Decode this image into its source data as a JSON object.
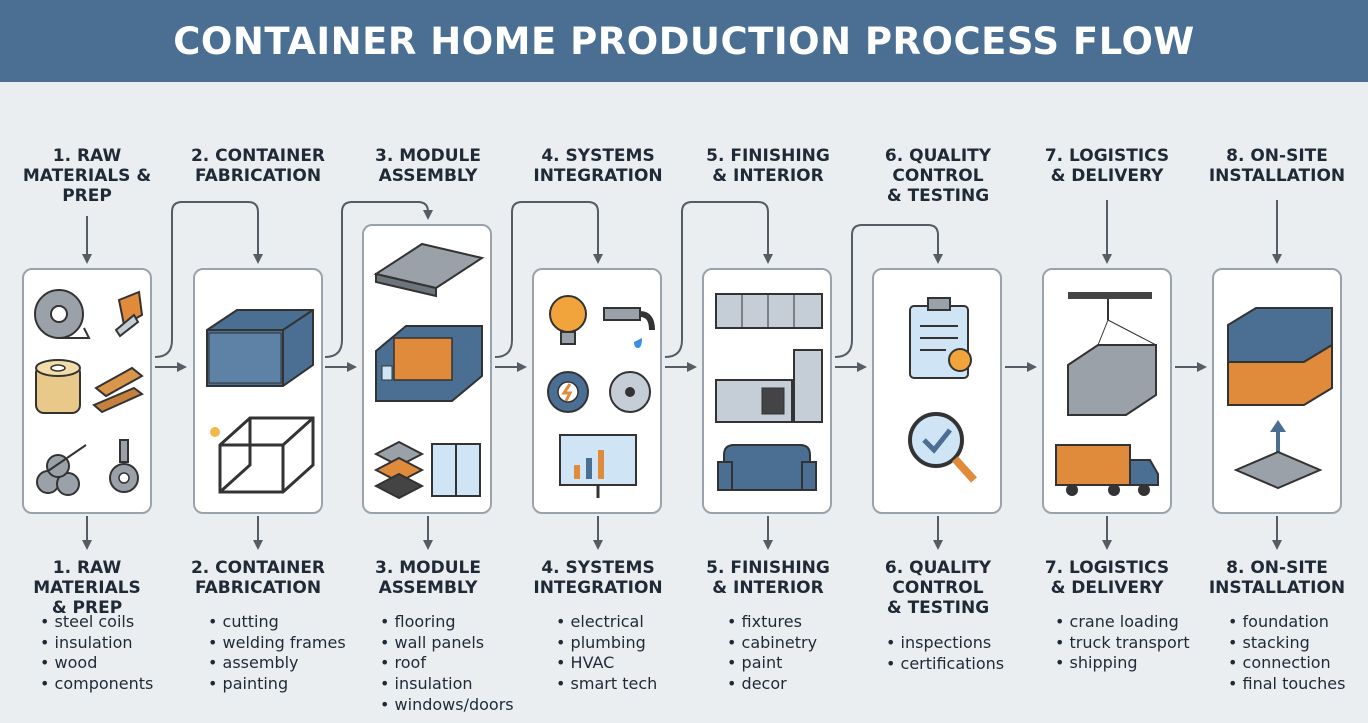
{
  "title": "CONTAINER HOME PRODUCTION PROCESS FLOW",
  "steps": [
    {
      "top_label": "1. RAW\nMATERIALS &\nPREP",
      "bottom_label": "1. RAW MATERIALS\n& PREP",
      "bullets": [
        "steel coils",
        "insulation",
        "wood",
        "components"
      ]
    },
    {
      "top_label": "2. CONTAINER\nFABRICATION",
      "bottom_label": "2. CONTAINER\nFABRICATION",
      "bullets": [
        "cutting",
        "welding frames",
        "assembly",
        "painting"
      ]
    },
    {
      "top_label": "3. MODULE\nASSEMBLY",
      "bottom_label": "3. MODULE\nASSEMBLY",
      "bullets": [
        "flooring",
        "wall panels",
        "roof",
        "insulation",
        "windows/doors"
      ]
    },
    {
      "top_label": "4. SYSTEMS\nINTEGRATION",
      "bottom_label": "4. SYSTEMS\nINTEGRATION",
      "bullets": [
        "electrical",
        "plumbing",
        "HVAC",
        "smart tech"
      ]
    },
    {
      "top_label": "5. FINISHING\n& INTERIOR",
      "bottom_label": "5. FINISHING\n& INTERIOR",
      "bullets": [
        "fixtures",
        "cabinetry",
        "paint",
        "decor"
      ]
    },
    {
      "top_label": "6. QUALITY\nCONTROL\n& TESTING",
      "bottom_label": "6. QUALITY\nCONTROL\n& TESTING",
      "bullets": [
        "inspections",
        "certifications"
      ]
    },
    {
      "top_label": "7. LOGISTICS\n& DELIVERY",
      "bottom_label": "7. LOGISTICS\n& DELIVERY",
      "bullets": [
        "crane loading",
        "truck transport",
        "shipping"
      ]
    },
    {
      "top_label": "8. ON-SITE\nINSTALLATION",
      "bottom_label": "8. ON-SITE\nINSTALLATION",
      "bullets": [
        "foundation",
        "stacking",
        "connection",
        "final touches"
      ]
    }
  ],
  "icons": [
    [
      "steel-coil-icon",
      "metal-sheet-icon",
      "insulation-roll-icon",
      "wood-planks-icon",
      "steel-pipes-icon",
      "bolt-gear-icon"
    ],
    [
      "shipping-container-icon",
      "welding-frame-icon"
    ],
    [
      "floor-panels-icon",
      "container-module-icon",
      "layered-materials-icon",
      "window-icon"
    ],
    [
      "light-bulb-icon",
      "faucet-icon",
      "power-gear-icon",
      "hvac-fan-icon",
      "monitor-chart-icon"
    ],
    [
      "cabinets-icon",
      "kitchen-icon",
      "sofa-icon"
    ],
    [
      "clipboard-certificate-icon",
      "magnifier-check-icon"
    ],
    [
      "crane-container-icon",
      "truck-icon"
    ],
    [
      "stacked-containers-icon",
      "foundation-icon"
    ]
  ]
}
